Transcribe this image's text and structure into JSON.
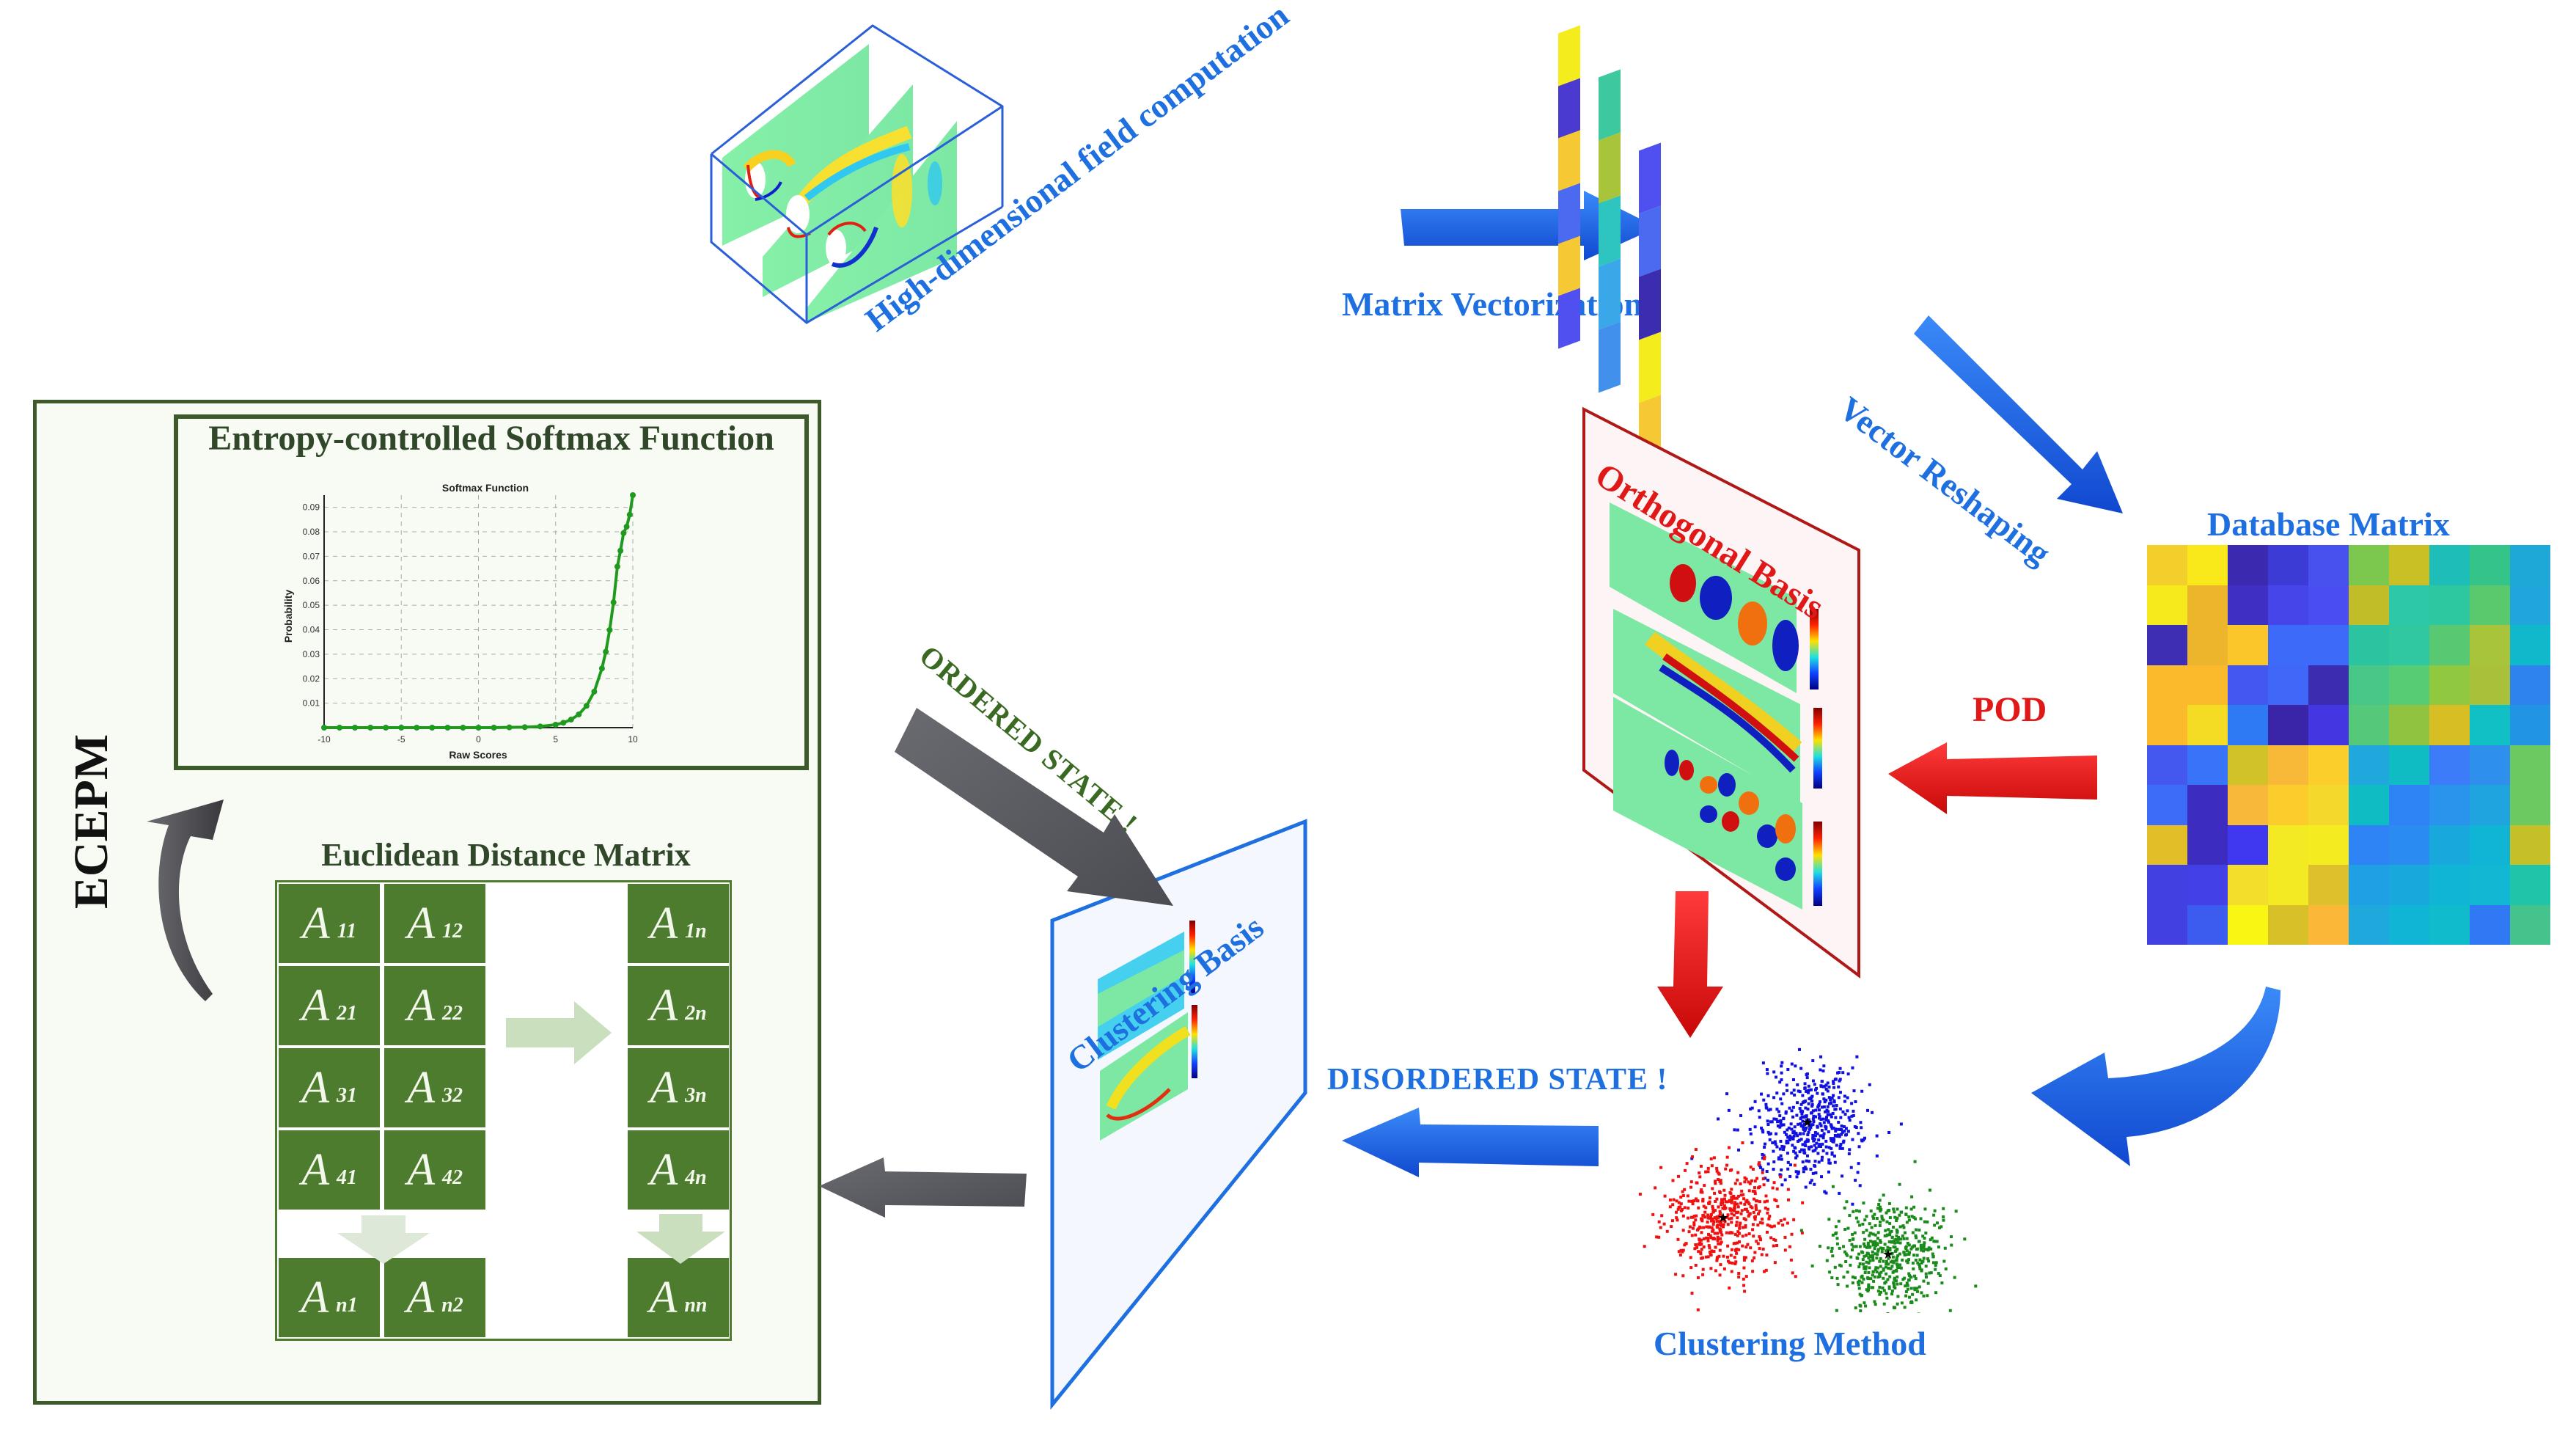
{
  "ecepm": {
    "label": "ECEPM",
    "softmax_title": "Entropy-controlled Softmax Function",
    "edm_title": "Euclidean Distance Matrix",
    "matrix_cells": [
      {
        "base": "A",
        "sub": "11"
      },
      {
        "base": "A",
        "sub": "12"
      },
      {
        "base": "A",
        "sub": "1n"
      },
      {
        "base": "A",
        "sub": "21"
      },
      {
        "base": "A",
        "sub": "22"
      },
      {
        "base": "A",
        "sub": "2n"
      },
      {
        "base": "A",
        "sub": "31"
      },
      {
        "base": "A",
        "sub": "32"
      },
      {
        "base": "A",
        "sub": "3n"
      },
      {
        "base": "A",
        "sub": "41"
      },
      {
        "base": "A",
        "sub": "42"
      },
      {
        "base": "A",
        "sub": "4n"
      },
      {
        "base": "A",
        "sub": "n1"
      },
      {
        "base": "A",
        "sub": "n2"
      },
      {
        "base": "A",
        "sub": "nn"
      }
    ]
  },
  "labels": {
    "high_dim": "High-dimensional field computation",
    "matrix_vectorization": "Matrix Vectorization",
    "vector_reshaping": "Vector Reshaping",
    "database_matrix": "Database Matrix",
    "orthogonal_basis": "Orthogonal Basis",
    "pod": "POD",
    "ordered_state": "ORDERED STATE !",
    "disordered_state": "DISORDERED STATE !",
    "clustering_basis": "Clustering Basis",
    "clustering_method": "Clustering Method"
  },
  "colors": {
    "green_dark": "#3c5a2a",
    "cell_green": "#4e7c2f",
    "blue": "#1e6fe0",
    "red": "#e01818",
    "arrow_gray": "#55565a"
  },
  "database_matrix": {
    "rows": [
      [
        "#f2cf2a",
        "#f9e81a",
        "#3b2ab0",
        "#3d3bd6",
        "#4850ee",
        "#7cc84e",
        "#c8c024",
        "#1fbdb8",
        "#34c48a",
        "#1ea8d8"
      ],
      [
        "#f6ea1c",
        "#ecb52c",
        "#3f30c4",
        "#4645ea",
        "#4a4df2",
        "#c0bd28",
        "#2cc8a8",
        "#2ec8a0",
        "#5ac86c",
        "#20a6dc"
      ],
      [
        "#3d2eb4",
        "#ecb52c",
        "#fbc62a",
        "#3d6af8",
        "#3d6af8",
        "#2cc4a0",
        "#30c8a0",
        "#58c872",
        "#a8c43a",
        "#10b8cc"
      ],
      [
        "#fbba2c",
        "#fbba2c",
        "#4258f0",
        "#4068f8",
        "#3c2cb0",
        "#48c888",
        "#58cc74",
        "#90c840",
        "#a8c03a",
        "#2e84ec"
      ],
      [
        "#fbba2c",
        "#f4dc24",
        "#2e7af4",
        "#3a24a8",
        "#4436e0",
        "#56c87a",
        "#90c440",
        "#d6be24",
        "#10c0c4",
        "#2294e4"
      ],
      [
        "#4458f0",
        "#3874f8",
        "#d2c22a",
        "#f8b838",
        "#fcce2c",
        "#20a8dc",
        "#10bcc4",
        "#3c7cf8",
        "#2e90ec",
        "#6cc860"
      ],
      [
        "#3c6cf8",
        "#3c2cc0",
        "#f8b83a",
        "#fccc2c",
        "#f4d82c",
        "#10bcc4",
        "#2e84f4",
        "#2a94ec",
        "#20a4e0",
        "#6cc860"
      ],
      [
        "#e2be28",
        "#3c2cc0",
        "#4038f0",
        "#f4ea24",
        "#f4ec20",
        "#2e84f4",
        "#2a8cf0",
        "#18a8dc",
        "#10b4d4",
        "#c6c028"
      ],
      [
        "#4240e0",
        "#4440e8",
        "#f4de2c",
        "#f4ea24",
        "#dec02c",
        "#20a0e4",
        "#18a8dc",
        "#10b4d4",
        "#10b8d4",
        "#20c4a8"
      ],
      [
        "#4240e0",
        "#3c5cf0",
        "#faf614",
        "#d8c028",
        "#fbb838",
        "#1ea8dc",
        "#10b4d4",
        "#10bccc",
        "#3078f4",
        "#44c48c"
      ]
    ]
  },
  "vectors": [
    [
      "#f4ec1c",
      "#4a3ad0",
      "#f6c834",
      "#4c6af0",
      "#f6c834",
      "#5050f0"
    ],
    [
      "#3ec8a0",
      "#a8c43a",
      "#2ec4c0",
      "#3aa8e8",
      "#4090ec"
    ],
    [
      "#5050f0",
      "#4c6af0",
      "#3c2cb0",
      "#f4ec1c",
      "#f6c834"
    ]
  ],
  "clusters": [
    {
      "name": "blue",
      "color": "#1010e0"
    },
    {
      "name": "red",
      "color": "#f01010"
    },
    {
      "name": "green",
      "color": "#1a8a1a"
    }
  ],
  "chart_data": {
    "type": "line",
    "title": "Softmax Function",
    "xlabel": "Raw Scores",
    "ylabel": "Probability",
    "xlim": [
      -10,
      10
    ],
    "ylim": [
      0,
      0.095
    ],
    "xticks": [
      -10,
      -5,
      0,
      5,
      10
    ],
    "yticks": [
      0.01,
      0.02,
      0.03,
      0.04,
      0.05,
      0.06,
      0.07,
      0.08,
      0.09
    ],
    "ytick_labels": [
      "0.01",
      "0.02",
      "0.03",
      "0.04",
      "0.05",
      "0.06",
      "0.07",
      "0.08",
      "0.09"
    ],
    "xtick_labels": [
      "-10",
      "-5",
      "0",
      "5",
      "10"
    ],
    "grid": true,
    "series": [
      {
        "name": "softmax",
        "color": "#1f9a1f",
        "marker": "dot",
        "x": [
          -10,
          -9,
          -8,
          -7,
          -6,
          -5,
          -4,
          -3,
          -2,
          -1,
          0,
          1,
          2,
          3,
          4,
          5,
          5.5,
          6,
          6.5,
          7,
          7.5,
          8,
          8.25,
          8.5,
          8.75,
          9,
          9.2,
          9.4,
          9.6,
          9.8,
          10
        ],
        "y": [
          0,
          0,
          0,
          0,
          0,
          0,
          0,
          0,
          0,
          0,
          0,
          0,
          0.0001,
          0.0002,
          0.0005,
          0.0012,
          0.002,
          0.0033,
          0.0054,
          0.0089,
          0.0147,
          0.0242,
          0.031,
          0.0399,
          0.0512,
          0.0658,
          0.0723,
          0.0795,
          0.0821,
          0.087,
          0.095
        ]
      }
    ]
  }
}
